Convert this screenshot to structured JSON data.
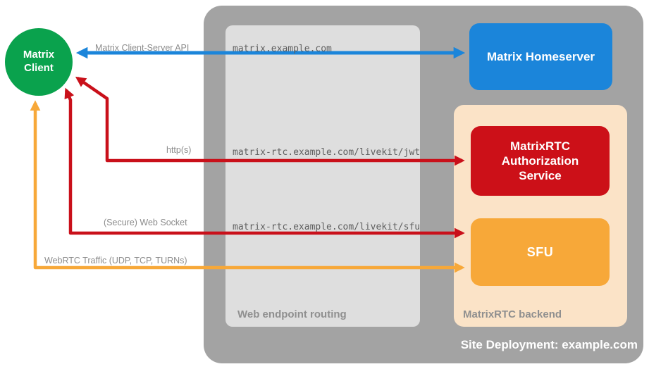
{
  "containers": {
    "deployment": {
      "label": "Site Deployment: example.com"
    },
    "routing": {
      "label": "Web endpoint routing"
    },
    "backend": {
      "label": "MatrixRTC backend"
    }
  },
  "nodes": {
    "client": {
      "label": "Matrix\nClient",
      "color": "#0aa24d"
    },
    "homeserver": {
      "label": "Matrix Homeserver",
      "color": "#1b85da"
    },
    "auth_service": {
      "label": "MatrixRTC\nAuthorization\nService",
      "color": "#cc1018"
    },
    "sfu": {
      "label": "SFU",
      "color": "#f7a839"
    }
  },
  "arrows": [
    {
      "name": "matrix-client-server-api",
      "label": "Matrix Client-Server API",
      "endpoint": "matrix.example.com",
      "color": "#1b85da",
      "from": "Matrix Client",
      "to": "Matrix Homeserver",
      "bidirectional": true
    },
    {
      "name": "https",
      "label": "http(s)",
      "endpoint": "matrix-rtc.example.com/livekit/jwt",
      "color": "#c9101a",
      "from": "Matrix Client",
      "to": "MatrixRTC Authorization Service",
      "bidirectional": true
    },
    {
      "name": "secure-web-socket",
      "label": "(Secure) Web Socket",
      "endpoint": "matrix-rtc.example.com/livekit/sfu",
      "color": "#c9101a",
      "from": "Matrix Client",
      "to": "SFU",
      "bidirectional": true
    },
    {
      "name": "webrtc-traffic",
      "label": "WebRTC Traffic (UDP, TCP, TURNs)",
      "endpoint": "",
      "color": "#f7a839",
      "from": "Matrix Client",
      "to": "SFU",
      "bidirectional": true
    }
  ],
  "colors": {
    "deployment_bg": "#a3a3a3",
    "routing_bg": "#dedede",
    "backend_bg": "#fbe3c7",
    "label_gray": "#8c8c8c",
    "endpoint_text": "#5f5f5f"
  }
}
